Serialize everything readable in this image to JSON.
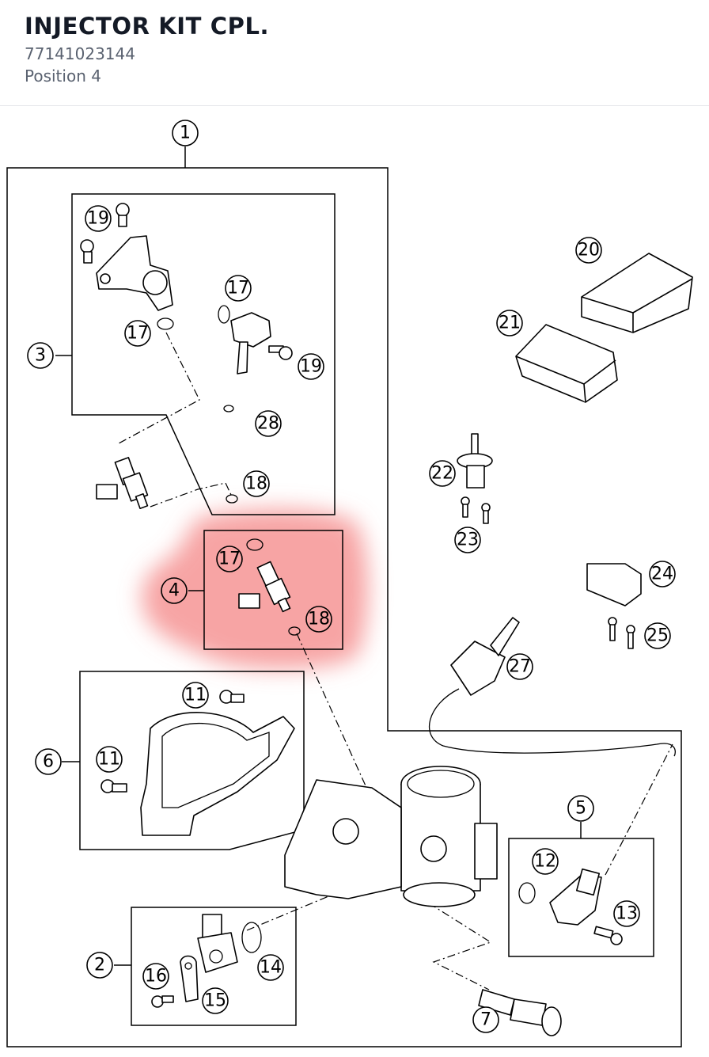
{
  "header": {
    "title": "INJECTOR KIT CPL.",
    "part_number": "77141023144",
    "position": "Position 4"
  },
  "diagram": {
    "highlight_color": "#f47e7e",
    "highlighted_position": "4",
    "callouts": {
      "c1": "1",
      "c2": "2",
      "c3": "3",
      "c4": "4",
      "c5": "5",
      "c6": "6",
      "c7": "7",
      "c11a": "11",
      "c11b": "11",
      "c12": "12",
      "c13": "13",
      "c14": "14",
      "c15": "15",
      "c16": "16",
      "c17a": "17",
      "c17b": "17",
      "c17c": "17",
      "c18a": "18",
      "c18b": "18",
      "c19a": "19",
      "c19b": "19",
      "c20": "20",
      "c21": "21",
      "c22": "22",
      "c23": "23",
      "c24": "24",
      "c25": "25",
      "c27": "27",
      "c28": "28"
    }
  }
}
